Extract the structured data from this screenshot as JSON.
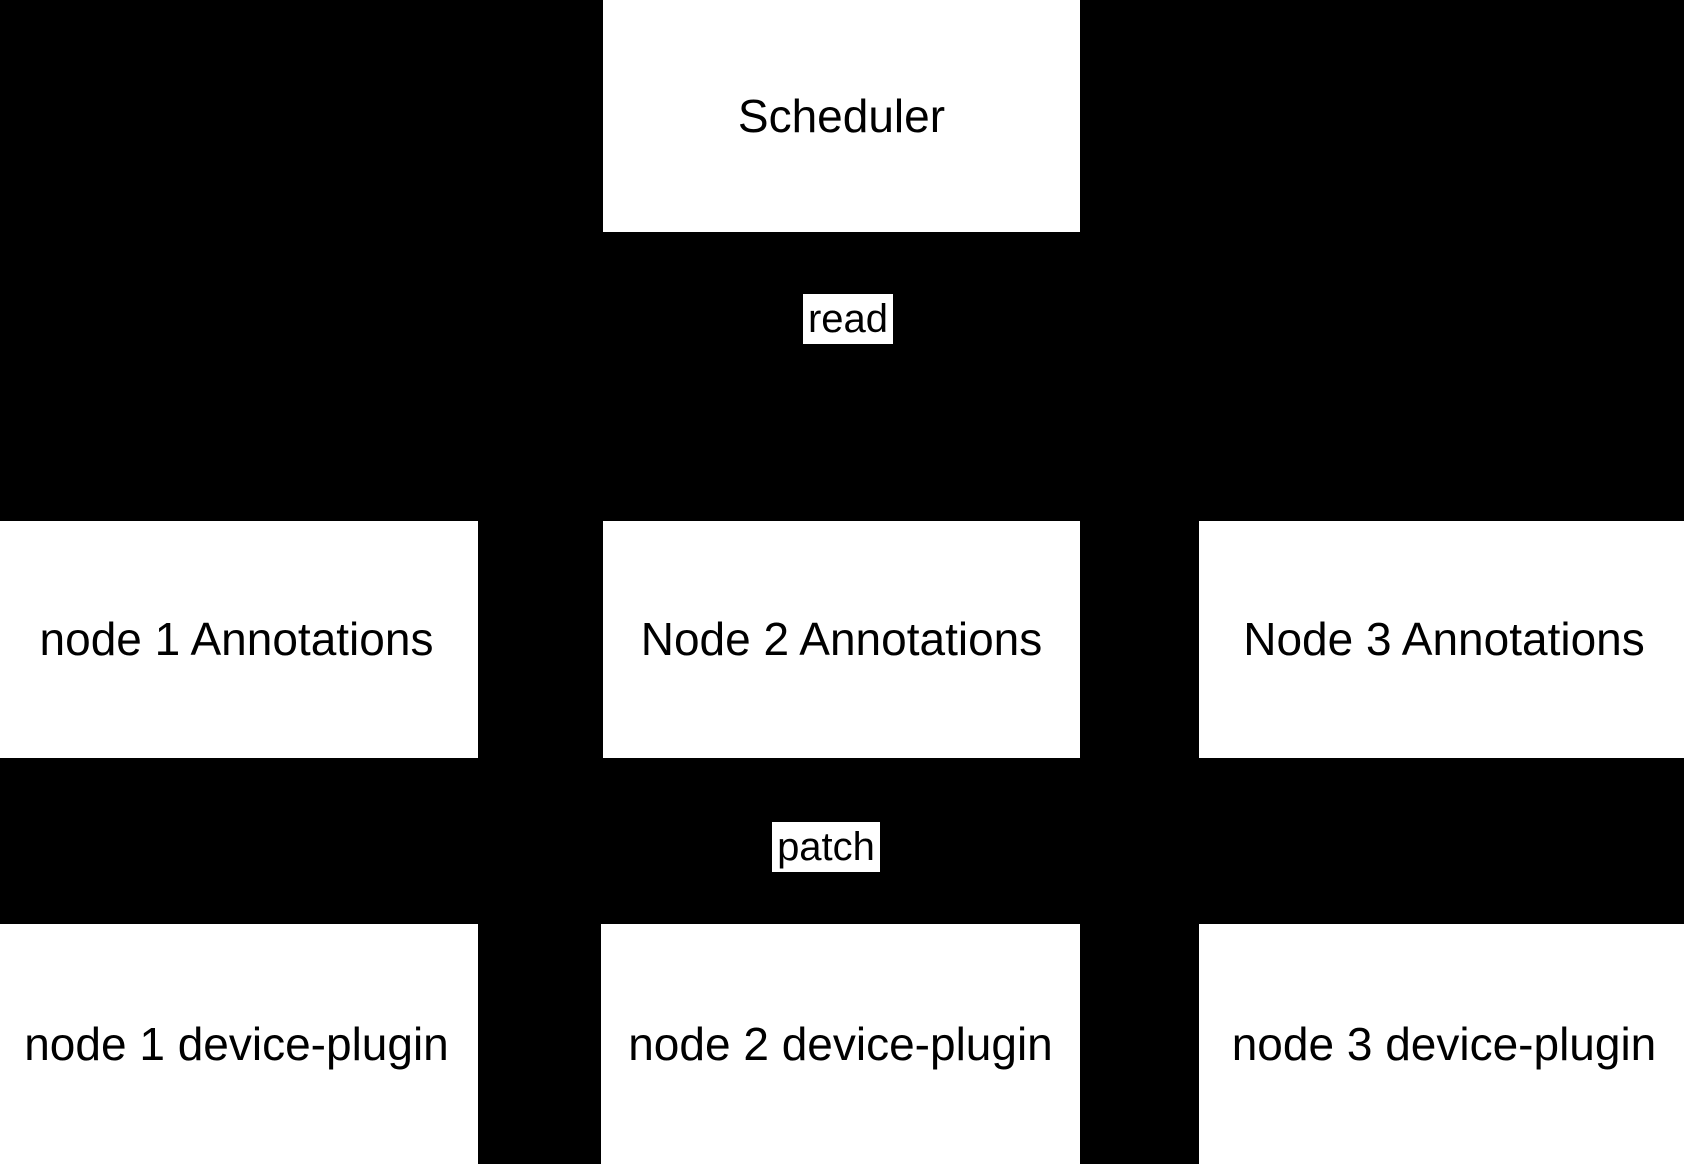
{
  "diagram": {
    "background_color": "#000000",
    "box_fill_color": "#ffffff",
    "text_color": "#000000",
    "scheduler": {
      "label": "Scheduler"
    },
    "edge_labels": {
      "read": "read",
      "patch": "patch"
    },
    "annotations_row": [
      {
        "label": "node 1 Annotations"
      },
      {
        "label": "Node 2 Annotations"
      },
      {
        "label": "Node 3 Annotations"
      }
    ],
    "device_plugin_row": [
      {
        "label": "node 1 device-plugin"
      },
      {
        "label": "node 2 device-plugin"
      },
      {
        "label": "node 3 device-plugin"
      }
    ]
  }
}
